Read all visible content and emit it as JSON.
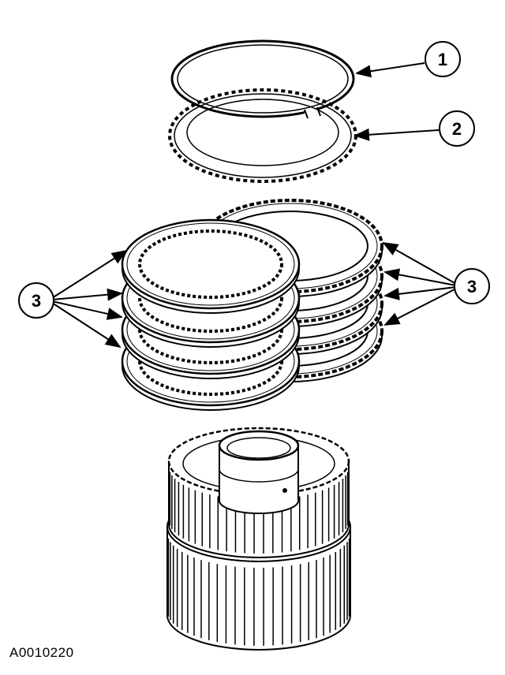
{
  "figure_id": "A0010220",
  "callouts": [
    {
      "id": "callout-1",
      "label": "1"
    },
    {
      "id": "callout-2",
      "label": "2"
    },
    {
      "id": "callout-3-left",
      "label": "3"
    },
    {
      "id": "callout-3-right",
      "label": "3"
    }
  ],
  "colors": {
    "line": "#000000",
    "fill": "#ffffff"
  }
}
